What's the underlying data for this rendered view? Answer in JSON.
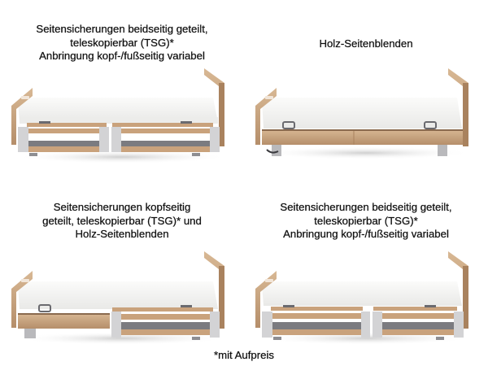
{
  "panels": [
    {
      "caption_lines": [
        "Seitensicherungen beidseitig geteilt,",
        "teleskopierbar (TSG)*",
        "Anbringung kopf-/fußseitig variabel"
      ],
      "variant": "split-side-rails-both",
      "image_alt": "Pflegebett mit geteilten, teleskopierbaren Seitensicherungen beidseitig"
    },
    {
      "caption_lines": [
        "Holz-Seitenblenden"
      ],
      "variant": "wooden-side-panels",
      "image_alt": "Pflegebett mit Holz-Seitenblenden"
    },
    {
      "caption_lines": [
        "Seitensicherungen kopfseitig",
        "geteilt, teleskopierbar (TSG)* und",
        "Holz-Seitenblenden"
      ],
      "variant": "head-side-rails-and-wood-panel",
      "image_alt": "Pflegebett mit kopfseitigen Seitensicherungen und Holz-Seitenblende"
    },
    {
      "caption_lines": [
        "Seitensicherungen beidseitig geteilt,",
        "teleskopierbar (TSG)*",
        "Anbringung kopf-/fußseitig variabel"
      ],
      "variant": "split-side-rails-both",
      "image_alt": "Pflegebett mit geteilten, teleskopierbaren Seitensicherungen beidseitig"
    }
  ],
  "footnote": "*mit Aufpreis",
  "colors": {
    "wood": "#c9a27c",
    "wood_dark": "#a9825e",
    "wood_light": "#dcc0a0",
    "mattress": "#f7f7f5",
    "mattress_shadow": "#e4e4e2",
    "metal": "#c8c8ca",
    "metal_dark": "#8e8e92",
    "frame_dark": "#5f5f64",
    "floor_shadow": "#d9d9d9",
    "text": "#111111"
  }
}
